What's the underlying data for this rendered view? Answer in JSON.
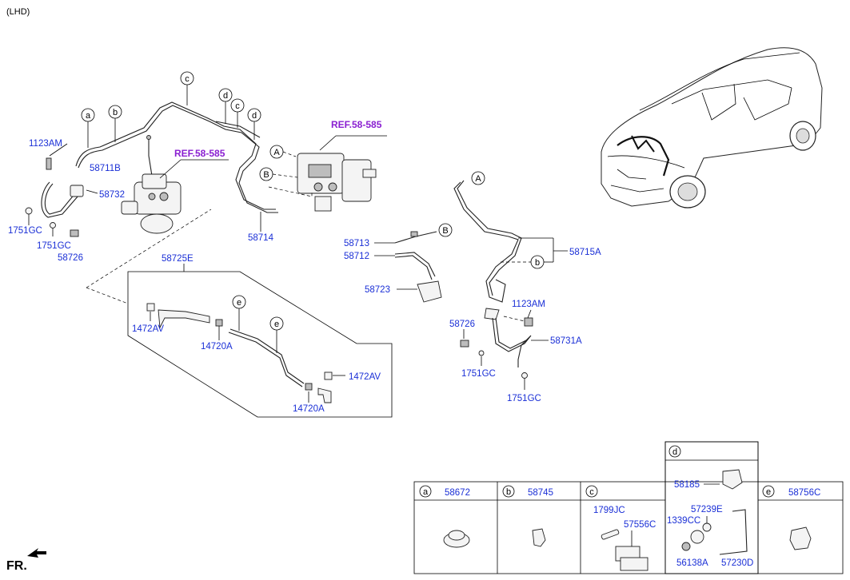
{
  "header": {
    "variant": "(LHD)"
  },
  "refs": {
    "ref1": "REF.58-585",
    "ref2": "REF.58-585"
  },
  "circles": {
    "a": "a",
    "b": "b",
    "c": "c",
    "d": "d",
    "e": "e",
    "A": "A",
    "B": "B"
  },
  "parts": {
    "p1123AM_left": "1123AM",
    "p58711B": "58711B",
    "p58732": "58732",
    "p1751GC_left1": "1751GC",
    "p1751GC_left2": "1751GC",
    "p58726_left": "58726",
    "p58714": "58714",
    "p58725E": "58725E",
    "p1472AV_left": "1472AV",
    "p14720A_1": "14720A",
    "p1472AV_right": "1472AV",
    "p14720A_2": "14720A",
    "p58713": "58713",
    "p58712": "58712",
    "p58723": "58723",
    "p58715A": "58715A",
    "p1123AM_right": "1123AM",
    "p58726_right": "58726",
    "p58731A": "58731A",
    "p1751GC_right1": "1751GC",
    "p1751GC_right2": "1751GC"
  },
  "table": {
    "cells": [
      {
        "key": "a",
        "part": "58672"
      },
      {
        "key": "b",
        "part": "58745"
      },
      {
        "key": "c",
        "part": "",
        "parts": [
          "1799JC",
          "57556C"
        ]
      },
      {
        "key": "d",
        "part": "",
        "parts": [
          "58185",
          "57239E",
          "1339CC",
          "56138A",
          "57230D"
        ]
      },
      {
        "key": "e",
        "part": "58756C"
      }
    ]
  },
  "footer": {
    "fr": "FR."
  }
}
